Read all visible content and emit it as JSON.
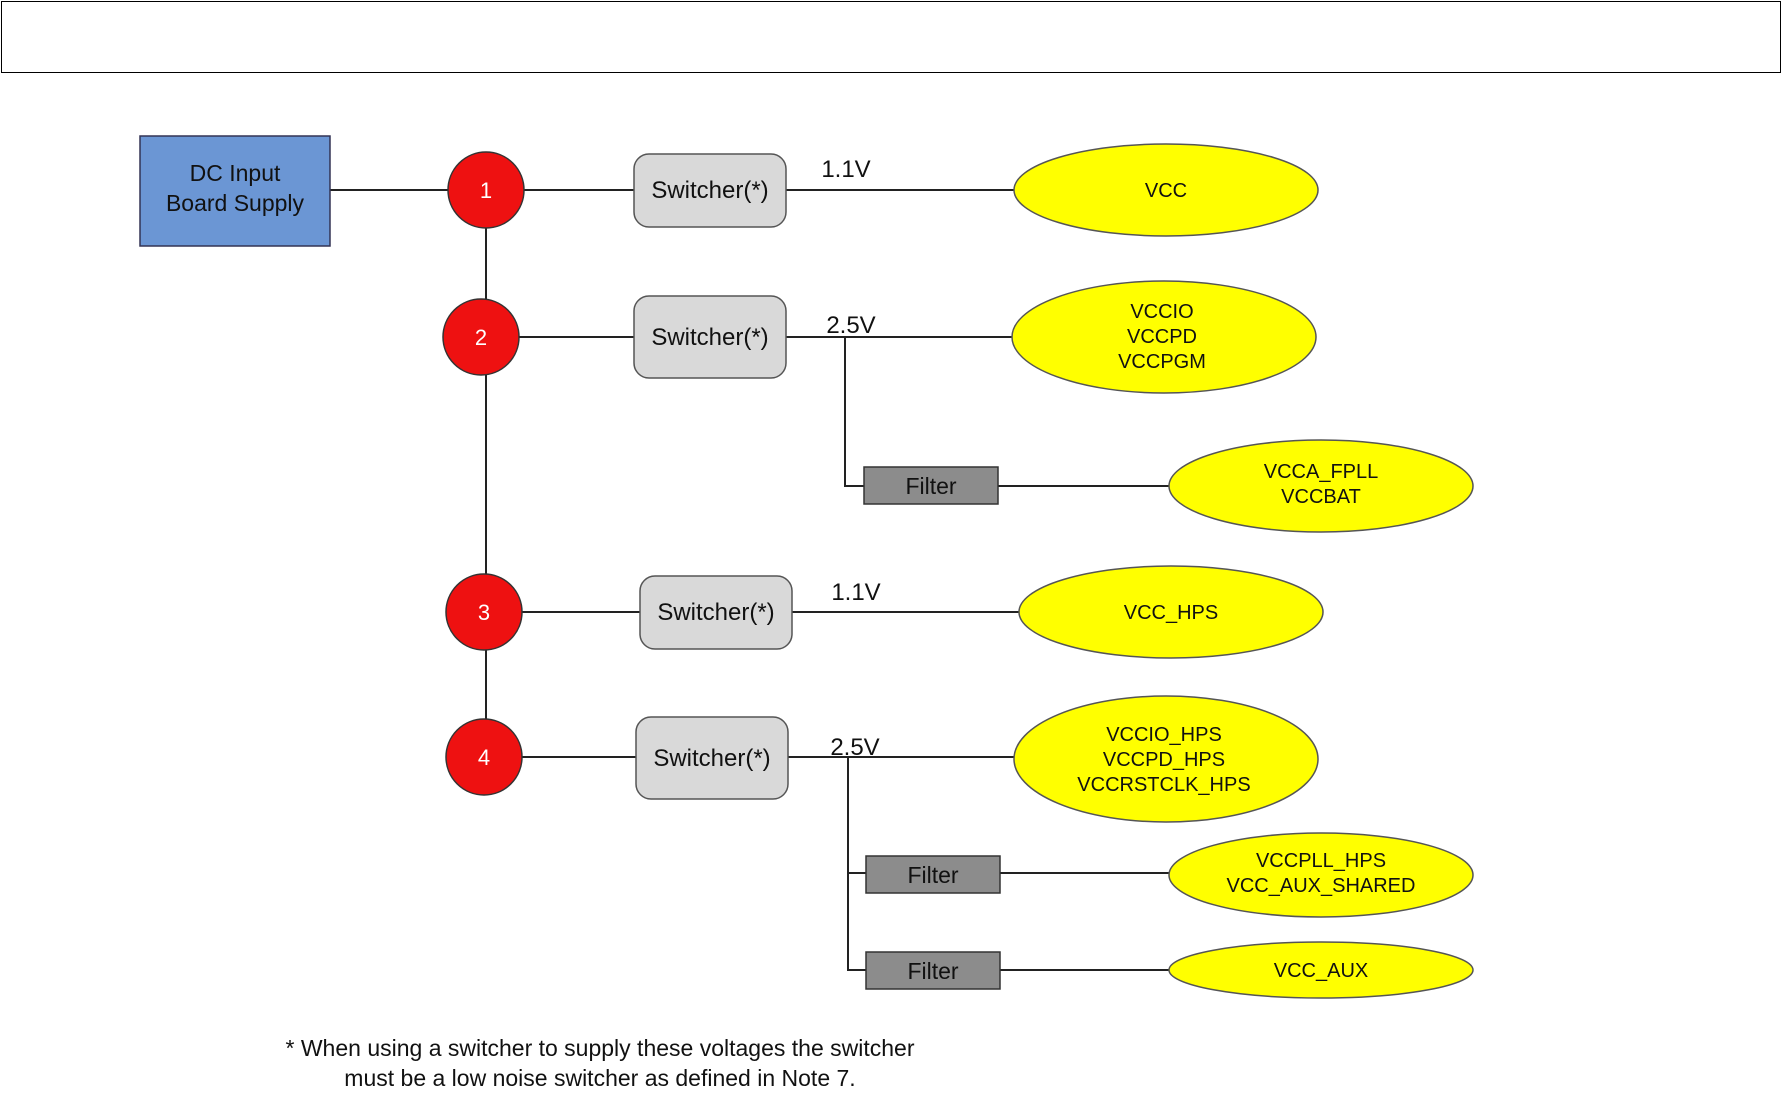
{
  "header": {
    "title": ""
  },
  "input_supply": {
    "label_line1": "DC Input",
    "label_line2": "Board Supply"
  },
  "nodes": [
    "1",
    "2",
    "3",
    "4"
  ],
  "switcher_label": "Switcher(*)",
  "filter_label": "Filter",
  "voltages": {
    "rail1": "1.1V",
    "rail2": "2.5V",
    "rail3": "1.1V",
    "rail4": "2.5V"
  },
  "loads": {
    "rail1": [
      "VCC"
    ],
    "rail2": [
      "VCCIO",
      "VCCPD",
      "VCCPGM"
    ],
    "rail2_filter": [
      "VCCA_FPLL",
      "VCCBAT"
    ],
    "rail3": [
      "VCC_HPS"
    ],
    "rail4": [
      "VCCIO_HPS",
      "VCCPD_HPS",
      "VCCRSTCLK_HPS"
    ],
    "rail4_filter1": [
      "VCCPLL_HPS",
      "VCC_AUX_SHARED"
    ],
    "rail4_filter2": [
      "VCC_AUX"
    ]
  },
  "footnote": {
    "line1": "* When using a switcher to supply these voltages the switcher",
    "line2": "must be a low noise switcher as defined in Note 7."
  },
  "colors": {
    "input_box": "#6b96d4",
    "node": "#ee1111",
    "switcher": "#d9d9d9",
    "filter": "#8c8c8c",
    "load": "#ffff00"
  }
}
